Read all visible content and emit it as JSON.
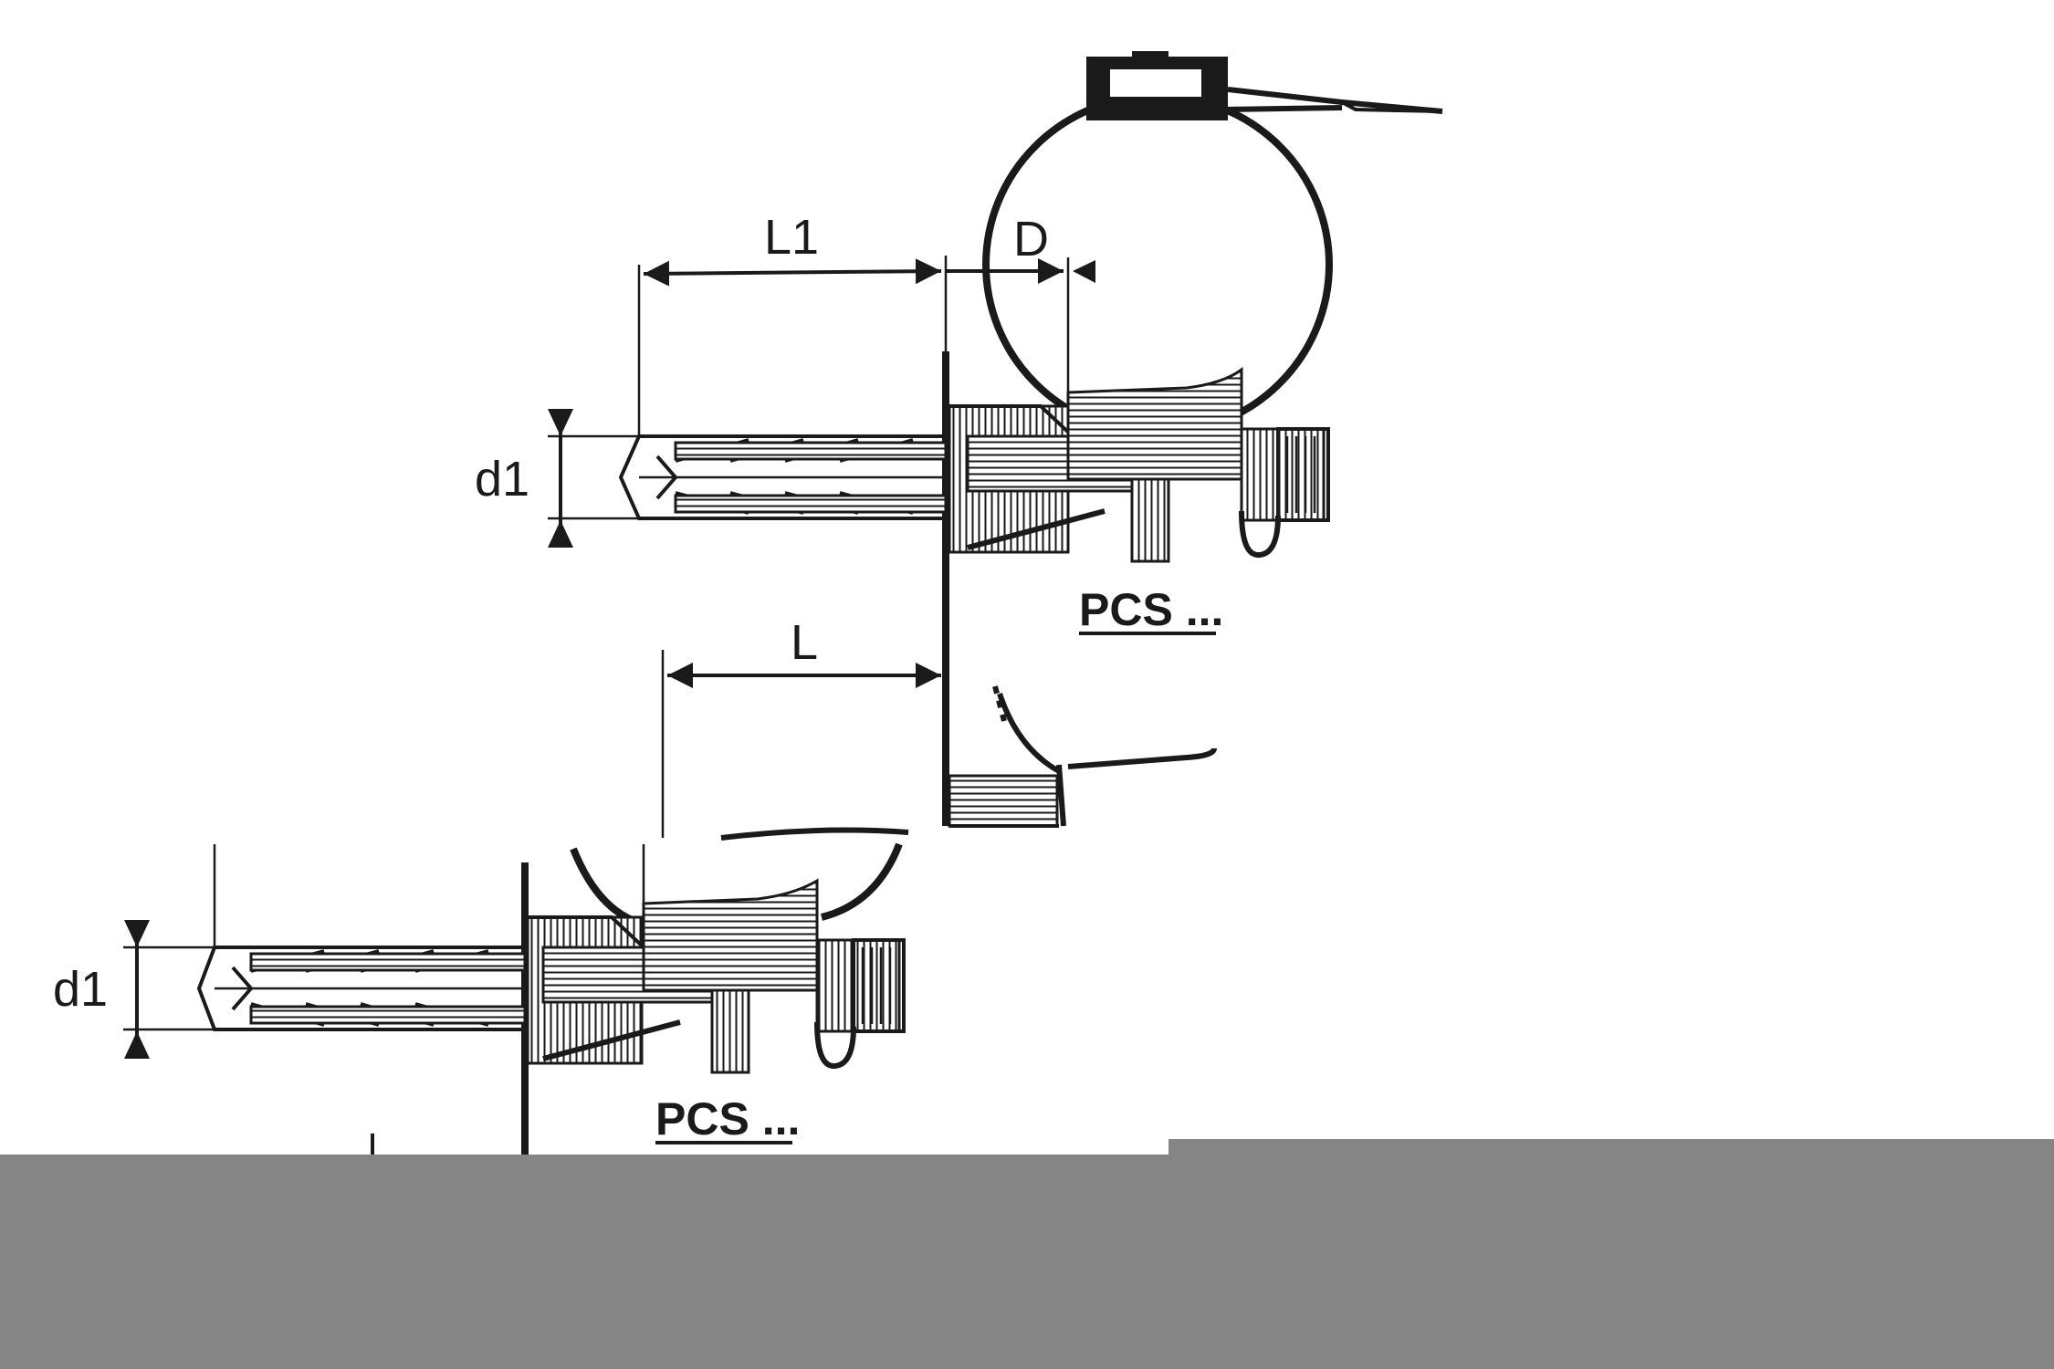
{
  "labels": {
    "L1": "L1",
    "D": "D",
    "L": "L",
    "d1_top": "d1",
    "d1_bottom": "d1",
    "pcs_top": "PCS ...",
    "pcs_bottom": "PCS ..."
  },
  "colors": {
    "ink": "#1a1a1a",
    "band_gray": "#858585",
    "background": "#ffffff"
  }
}
